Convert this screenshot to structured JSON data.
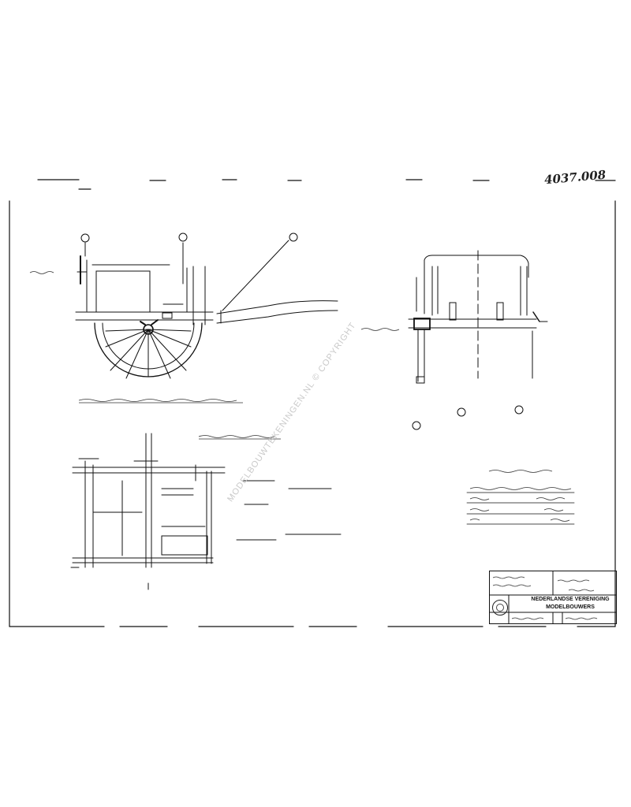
{
  "drawing": {
    "number": "4037.008",
    "watermark": "MODELBOUWTEKENINGEN.NL © COPYRIGHT"
  },
  "title_block": {
    "organization_line1": "NEDERLANDSE VERENIGING",
    "organization_line2": "MODELBOUWERS"
  },
  "callout_markers": [
    {
      "id": "ref-1"
    },
    {
      "id": "ref-2"
    },
    {
      "id": "ref-3"
    },
    {
      "id": "ref-4"
    },
    {
      "id": "ref-5"
    },
    {
      "id": "ref-6"
    }
  ]
}
